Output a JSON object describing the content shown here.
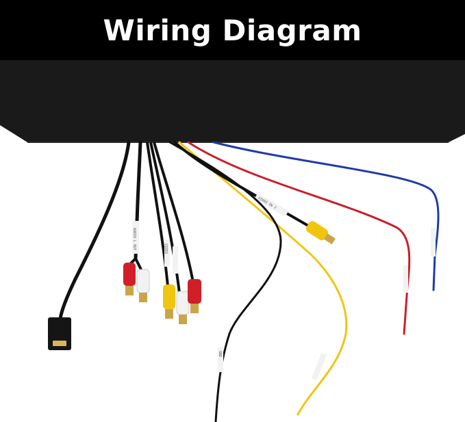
{
  "header": {
    "title": "Wiring Diagram"
  },
  "colors": {
    "header_bg": "#000000",
    "header_text": "#ffffff",
    "housing": "#1a1a1a",
    "wire_black": "#111111",
    "wire_red": "#c8202a",
    "wire_blue": "#1f3aa8",
    "wire_yellow": "#f2c511",
    "rca_red": "#d11f2a",
    "rca_white": "#f2f2f2",
    "rca_yellow": "#f1c40f",
    "gold": "#c9a54a"
  },
  "wire_labels": {
    "audio_l_out": "AUDIO L OUT",
    "video_in_2": "VIDEO IN 2",
    "video": "VIDEO",
    "gnd": "GND"
  }
}
